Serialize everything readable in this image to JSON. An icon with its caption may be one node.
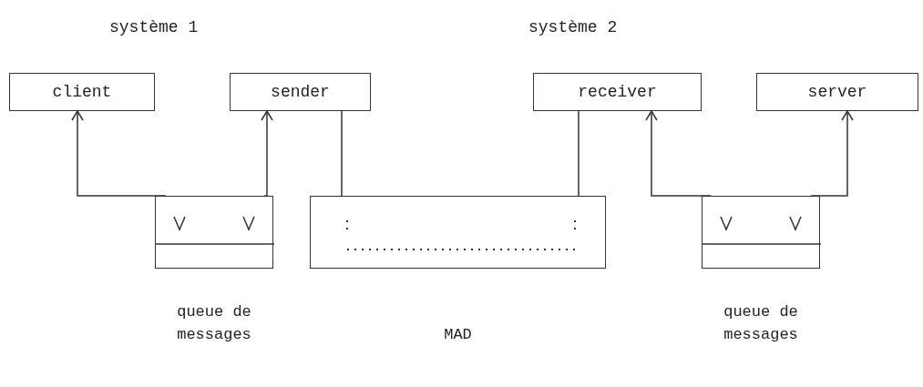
{
  "diagram": {
    "nodes": [
      {
        "text": [
          "client"
        ]
      },
      {
        "text": [
          "sender"
        ]
      },
      {
        "text": [
          "receiver"
        ]
      },
      {
        "text": [
          "server"
        ]
      },
      {
        "text": [],
        "shape": "box",
        "beside": [
          "queue de messages"
        ]
      },
      {
        "text": [],
        "shape": "box",
        "beside": [
          "MAD"
        ]
      },
      {
        "text": [],
        "shape": "box",
        "beside": [
          "queue de messages"
        ]
      }
    ],
    "edges": [
      {
        "from": 4,
        "to": 0,
        "arrow": "to"
      },
      {
        "from": 4,
        "to": 1,
        "arrow": "to"
      },
      {
        "from": 1,
        "to": 5,
        "arrow": "none"
      },
      {
        "from": 5,
        "to": 2,
        "arrow": "none"
      },
      {
        "from": 6,
        "to": 2,
        "arrow": "to"
      },
      {
        "from": 6,
        "to": 3,
        "arrow": "to"
      }
    ],
    "labels": [
      "système 1",
      "système 2"
    ]
  }
}
